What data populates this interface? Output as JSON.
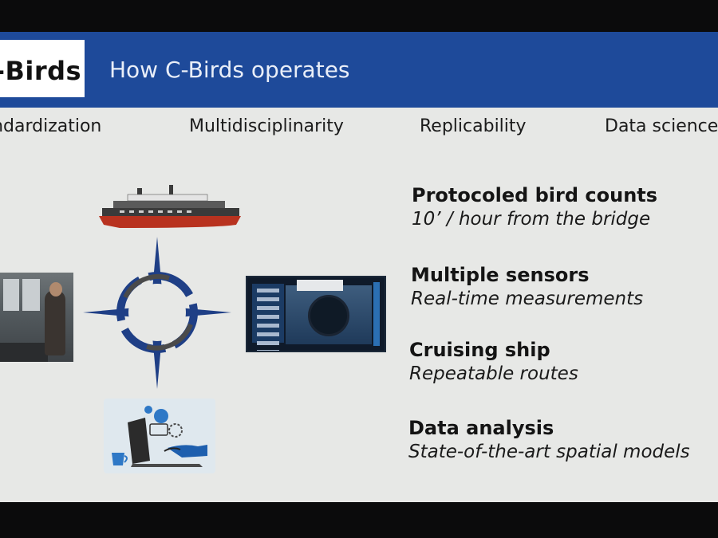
{
  "slide": {
    "logo_text": "C-Birds",
    "title": "How C-Birds operates",
    "pillars": [
      "Standardization",
      "Multidisciplinarity",
      "Replicability",
      "Data science"
    ],
    "features": [
      {
        "title": "Protocoled bird counts",
        "subtitle": "10’ / hour from the bridge"
      },
      {
        "title": "Multiple sensors",
        "subtitle": "Real-time measurements"
      },
      {
        "title": "Cruising ship",
        "subtitle": "Repeatable routes"
      },
      {
        "title": "Data analysis",
        "subtitle": "State-of-the-art spatial models"
      }
    ],
    "icons": [
      "ship-icon",
      "compass-rose-icon",
      "bridge-observer-photo",
      "sensor-monitor-screenshot",
      "laptop-analysis-icon"
    ],
    "colors": {
      "header_blue": "#1e4a9a",
      "compass_navy": "#1f3f86",
      "ship_hull": "#b8321f",
      "background": "#e7e8e6"
    }
  }
}
